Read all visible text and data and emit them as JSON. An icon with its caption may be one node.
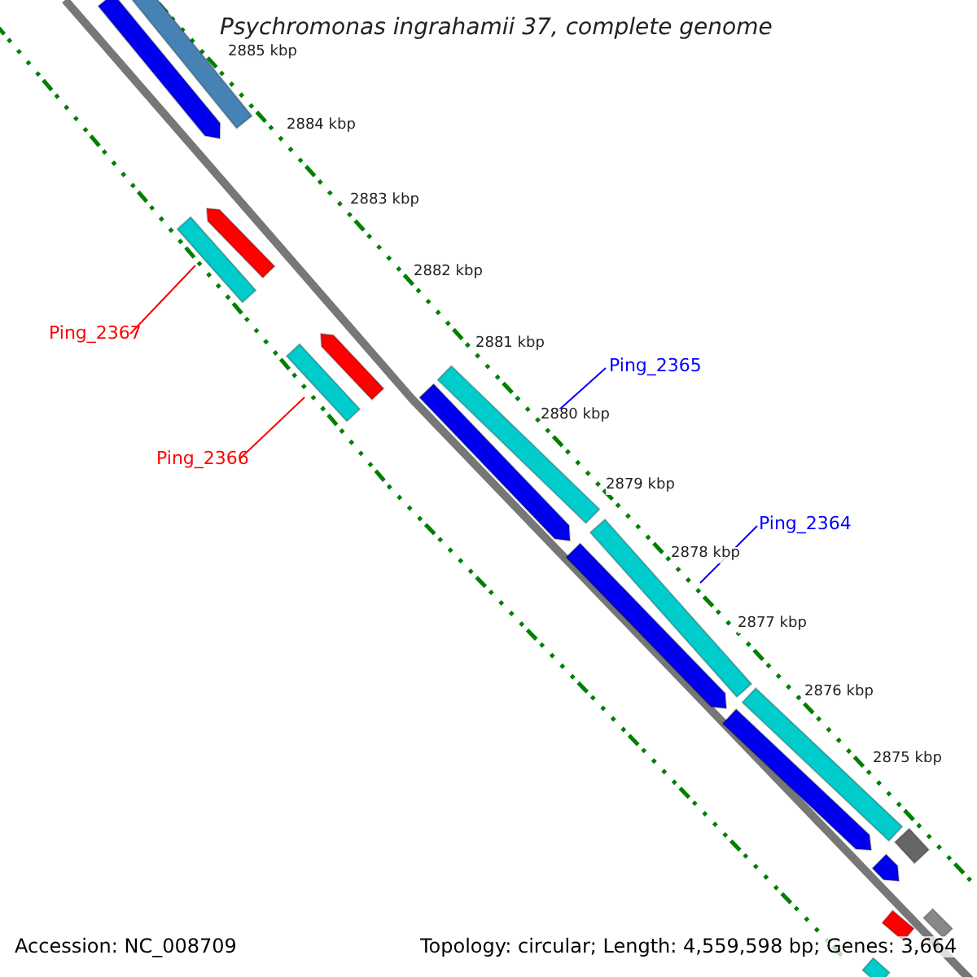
{
  "diagram": {
    "title": "Psychromonas ingrahamii 37, complete genome",
    "nodes": [
      {
        "text": [
          "Ping_2367"
        ]
      },
      {
        "text": [
          "Ping_2365"
        ]
      },
      {
        "text": [
          "Ping_2366"
        ]
      },
      {
        "text": [
          "Ping_2364"
        ]
      },
      {
        "text": [],
        "shape": "arrow"
      },
      {
        "text": [],
        "shape": "bar"
      },
      {
        "text": [],
        "shape": "arrow"
      },
      {
        "text": [],
        "shape": "bar"
      },
      {
        "text": [],
        "shape": "arrow"
      },
      {
        "text": [],
        "shape": "bar"
      },
      {
        "text": [],
        "shape": "bar"
      },
      {
        "text": [],
        "shape": "arrow"
      },
      {
        "text": [],
        "shape": "bar"
      },
      {
        "text": [],
        "shape": "arrow"
      },
      {
        "text": [],
        "shape": "bar"
      },
      {
        "text": [],
        "shape": "arrow"
      },
      {
        "text": [],
        "shape": "bar"
      },
      {
        "text": [],
        "shape": "arrow"
      },
      {
        "text": [],
        "shape": "bar"
      },
      {
        "text": [],
        "shape": "bar"
      },
      {
        "text": [],
        "shape": "bar"
      }
    ],
    "edges": [
      {
        "from": 0,
        "to": 7,
        "arrow": "none",
        "color": "#ff0000"
      },
      {
        "from": 1,
        "to": 10,
        "arrow": "none",
        "color": "#0000ff"
      },
      {
        "from": 2,
        "to": 9,
        "arrow": "none",
        "color": "#ff0000"
      },
      {
        "from": 3,
        "to": 12,
        "arrow": "none",
        "color": "#0000ff"
      }
    ],
    "labels": [
      "2885 kbp",
      "2884 kbp",
      "2883 kbp",
      "2882 kbp",
      "2881 kbp",
      "2880 kbp",
      "2879 kbp",
      "2878 kbp",
      "2877 kbp",
      "2876 kbp",
      "2875 kbp",
      "Accession: NC_008709",
      "Topology: circular; Length: 4,559,598 bp; Genes: 3,664"
    ]
  }
}
